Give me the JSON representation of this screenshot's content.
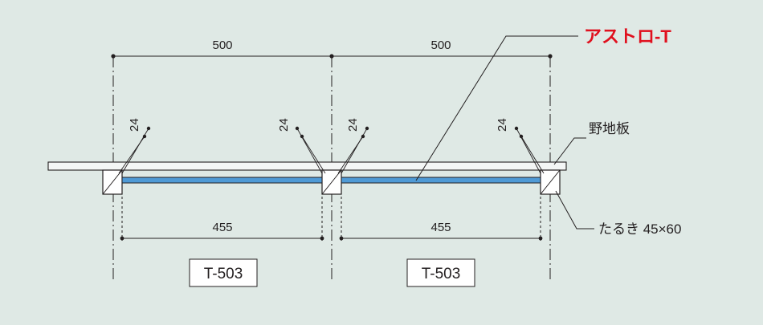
{
  "dimensions": {
    "span_left": "500",
    "span_right": "500",
    "clear_left": "455",
    "clear_right": "455",
    "edge_1": "24",
    "edge_2": "24",
    "edge_3": "24",
    "edge_4": "24"
  },
  "callouts": {
    "product": "アストロ-T",
    "board": "野地板",
    "batten": "たるき 45×60"
  },
  "panel_tags": [
    "T-503",
    "T-503"
  ],
  "colors": {
    "background": "#dfe9e5",
    "line": "#231f20",
    "panel_fill": "#4f9ad6",
    "product_text": "#e0101e"
  }
}
